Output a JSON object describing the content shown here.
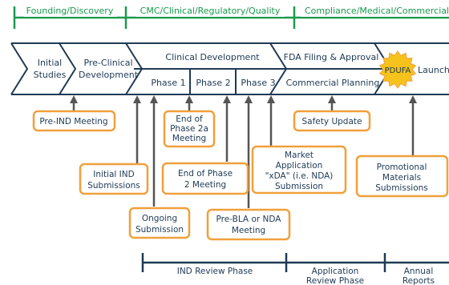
{
  "colors": {
    "green": "#1a9a4e",
    "navy": "#1e3a55",
    "orange": "#f0a03c",
    "gold": "#f6c21c",
    "gray": "#555555"
  },
  "top_phases": [
    "Founding/Discovery",
    "CMC/Clinical/Regulatory/Quality",
    "Compliance/Medical/Commercial"
  ],
  "stages": {
    "initial": [
      "Initial",
      "Studies"
    ],
    "preclinical": [
      "Pre-Clinical",
      "Development"
    ],
    "clinical": "Clinical Development",
    "phase1": "Phase 1",
    "phase2": "Phase 2",
    "phase3": "Phase 3",
    "fda_filing": "FDA Filing & Approval",
    "commercial_planning": "Commercial Planning",
    "pdufa": "PDUFA",
    "launch": "Launch"
  },
  "milestones": {
    "pre_ind": [
      "Pre-IND Meeting"
    ],
    "initial_ind": [
      "Initial IND",
      "Submissions"
    ],
    "ongoing": [
      "Ongoing",
      "Submission"
    ],
    "end_phase2a": [
      "End of",
      "Phase 2a",
      "Meeting"
    ],
    "end_phase2": [
      "End of Phase",
      "2 Meeting"
    ],
    "pre_bla": [
      "Pre-BLA or NDA",
      "Meeting"
    ],
    "market_app": [
      "Market",
      "Application",
      "\"xDA\" (i.e. NDA)",
      "Submission"
    ],
    "safety": [
      "Safety Update"
    ],
    "promotional": [
      "Promotional",
      "Materials",
      "Submissions"
    ]
  },
  "review_phases": {
    "ind": [
      "IND Review Phase"
    ],
    "application": [
      "Application",
      "Review Phase"
    ],
    "annual": [
      "Annual",
      "Reports"
    ]
  }
}
